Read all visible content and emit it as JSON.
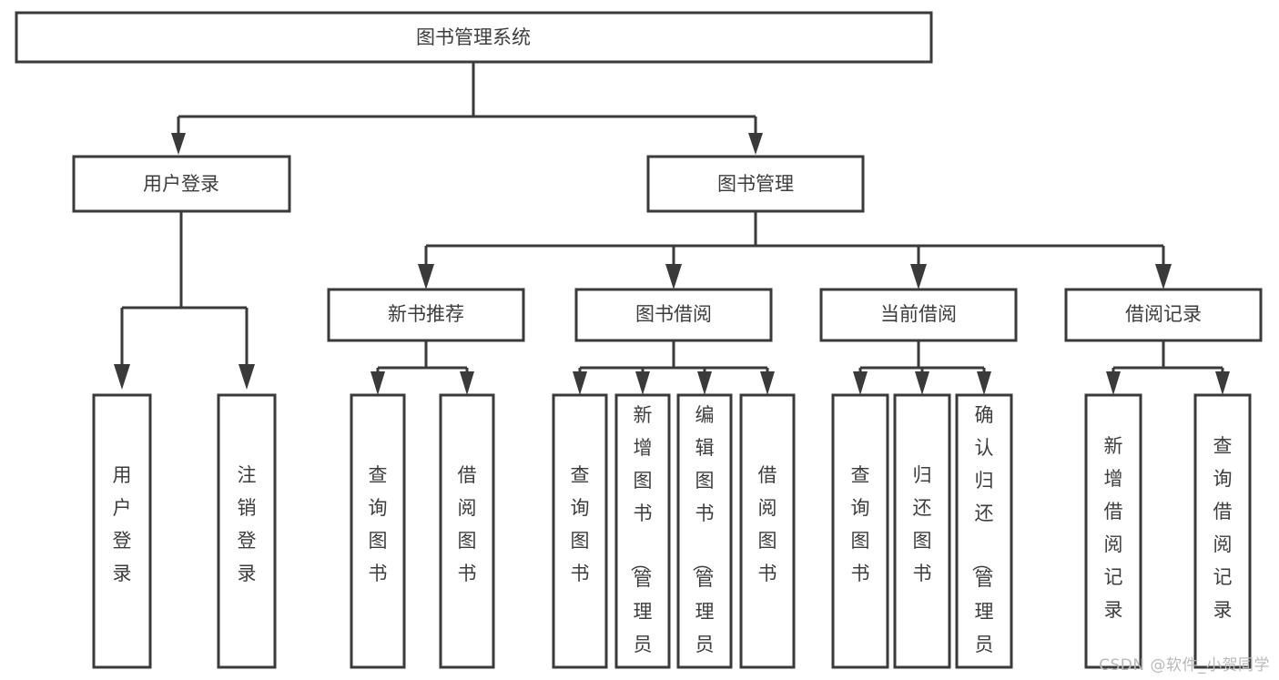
{
  "diagram": {
    "type": "tree",
    "title_node": "图书管理系统",
    "orientation": "top-down",
    "watermark": "CSDN @软件_小贺同学",
    "colors": {
      "stroke": "#3a3a3a",
      "text": "#3d3d3d",
      "background": "#ffffff",
      "watermark": "#b9b9b9"
    },
    "nodes": {
      "root": {
        "label": "图书管理系统"
      },
      "level1": [
        {
          "id": "user-login",
          "label": "用户登录"
        },
        {
          "id": "book-manage",
          "label": "图书管理"
        }
      ],
      "level2": [
        {
          "id": "new-book-recommend",
          "label": "新书推荐",
          "parent": "book-manage"
        },
        {
          "id": "book-borrow",
          "label": "图书借阅",
          "parent": "book-manage"
        },
        {
          "id": "current-borrow",
          "label": "当前借阅",
          "parent": "book-manage"
        },
        {
          "id": "borrow-record",
          "label": "借阅记录",
          "parent": "book-manage"
        }
      ],
      "leaves": [
        {
          "id": "leaf-user-login",
          "label": "用户登录",
          "parent": "user-login"
        },
        {
          "id": "leaf-logout-login",
          "label": "注销登录",
          "parent": "user-login"
        },
        {
          "id": "leaf-query-book-1",
          "label": "查询图书",
          "parent": "new-book-recommend"
        },
        {
          "id": "leaf-borrow-book-1",
          "label": "借阅图书",
          "parent": "new-book-recommend"
        },
        {
          "id": "leaf-query-book-2",
          "label": "查询图书",
          "parent": "book-borrow"
        },
        {
          "id": "leaf-add-book",
          "label": "新增图书（管理员）",
          "parent": "book-borrow"
        },
        {
          "id": "leaf-edit-book",
          "label": "编辑图书（管理员）",
          "parent": "book-borrow"
        },
        {
          "id": "leaf-borrow-book-2",
          "label": "借阅图书",
          "parent": "book-borrow"
        },
        {
          "id": "leaf-query-book-3",
          "label": "查询图书",
          "parent": "current-borrow"
        },
        {
          "id": "leaf-return-book",
          "label": "归还图书",
          "parent": "current-borrow"
        },
        {
          "id": "leaf-confirm-return",
          "label": "确认归还（管理员）",
          "parent": "current-borrow"
        },
        {
          "id": "leaf-add-record",
          "label": "新增借阅记录",
          "parent": "borrow-record"
        },
        {
          "id": "leaf-query-record",
          "label": "查询借阅记录",
          "parent": "borrow-record"
        }
      ]
    }
  }
}
